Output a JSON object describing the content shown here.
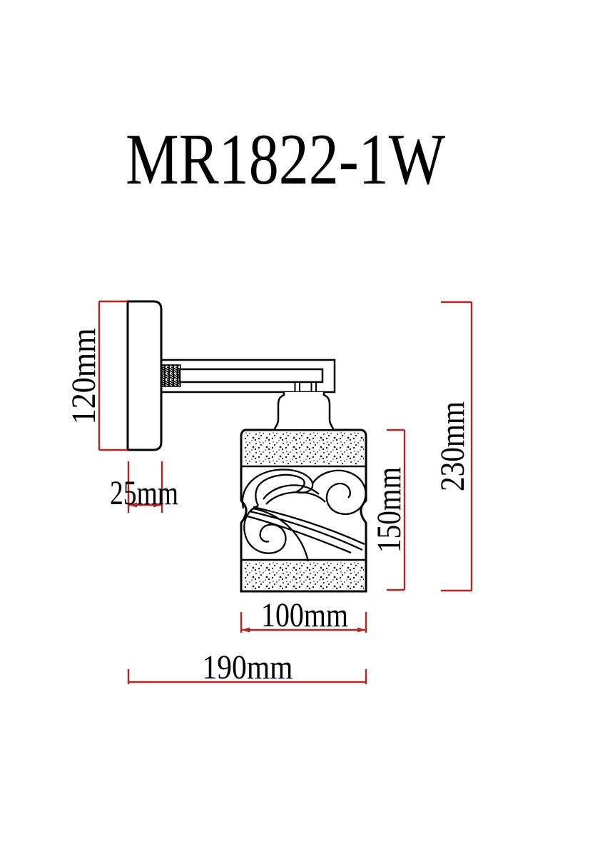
{
  "title": "MR1822-1W",
  "colors": {
    "ink": "#000000",
    "dimension_red": "#b32424",
    "background": "#ffffff"
  },
  "dimensions": {
    "plate_height": "120mm",
    "plate_depth": "25mm",
    "overall_height": "230mm",
    "shade_height": "150mm",
    "shade_width": "100mm",
    "overall_depth": "190mm"
  }
}
